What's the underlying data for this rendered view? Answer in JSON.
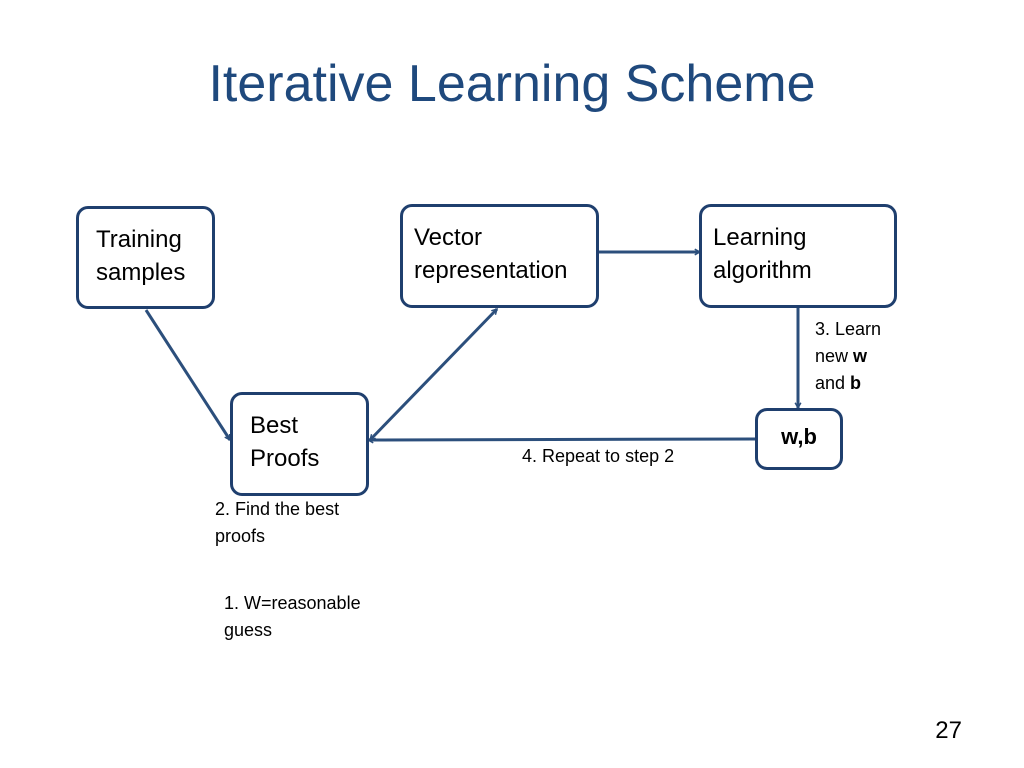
{
  "slide": {
    "title": "Iterative Learning Scheme",
    "page_number": "27"
  },
  "diagram": {
    "nodes": {
      "training_samples": {
        "line1": "Training",
        "line2": "samples"
      },
      "vector_representation": {
        "line1": "Vector",
        "line2": "representation"
      },
      "learning_algorithm": {
        "line1": "Learning",
        "line2": "algorithm"
      },
      "best_proofs": {
        "line1": "Best",
        "line2": "Proofs"
      },
      "wb": {
        "text": "w,b"
      }
    },
    "labels": {
      "step1": {
        "line1": "1. W=reasonable",
        "line2": "guess"
      },
      "step2": {
        "line1": "2. Find the best",
        "line2": "proofs"
      },
      "step3": {
        "line1": "3. Learn",
        "line2_prefix": "new ",
        "line2_bold": "w",
        "line3_prefix": "and ",
        "line3_bold": "b"
      },
      "step4": {
        "text": "4. Repeat to step 2"
      }
    }
  },
  "colors": {
    "title": "#1F497D",
    "border": "#1F3F6E",
    "arrow": "#2C4F7C"
  }
}
